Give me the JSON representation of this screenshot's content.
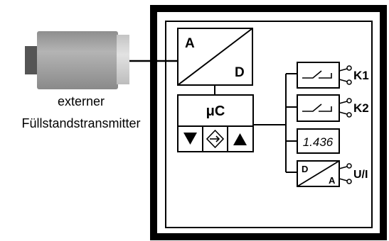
{
  "transmitter": {
    "label_line1": "externer",
    "label_line2": "Füllstandstransmitter",
    "colors": {
      "body": "#a4a4a4",
      "cap": "#d0d0d0",
      "plug": "#555555"
    }
  },
  "adc": {
    "top_letter": "A",
    "bottom_letter": "D"
  },
  "micro": {
    "label": "μC",
    "buttons": [
      {
        "icon": "triangle-down-icon"
      },
      {
        "icon": "enter-arrow-icon"
      },
      {
        "icon": "triangle-up-icon"
      }
    ]
  },
  "outputs": {
    "relay1": {
      "label": "K1"
    },
    "relay2": {
      "label": "K2"
    },
    "display": {
      "value": "1.436"
    },
    "dac": {
      "top_letter": "D",
      "bottom_letter": "A",
      "label": "U/I"
    }
  }
}
